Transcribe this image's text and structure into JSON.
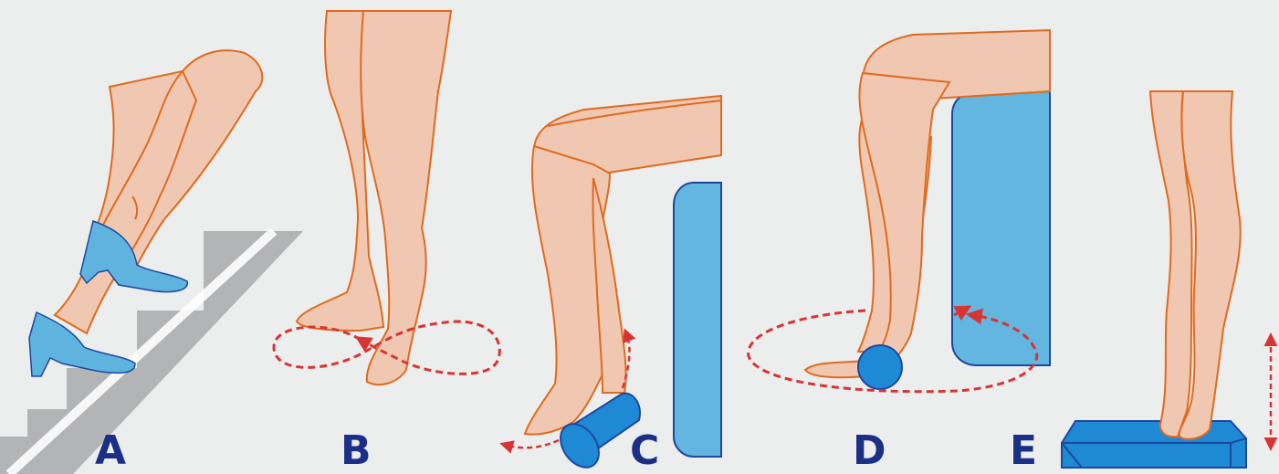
{
  "panels": [
    {
      "label": "A",
      "exercise": "stairs-climb"
    },
    {
      "label": "B",
      "exercise": "foot-figure-eight"
    },
    {
      "label": "C",
      "exercise": "foot-roller"
    },
    {
      "label": "D",
      "exercise": "ball-circle"
    },
    {
      "label": "E",
      "exercise": "tiptoe-raise"
    }
  ],
  "colors": {
    "background": "#eceded",
    "skin": "#f0c8b2",
    "outline": "#e06a1e",
    "shoe": "#5fb4df",
    "prop": "#62b6df",
    "prop_dark": "#1e47a0",
    "arrow": "#d93434",
    "stairs": "#b3b4b6",
    "label": "#1b2f86"
  }
}
